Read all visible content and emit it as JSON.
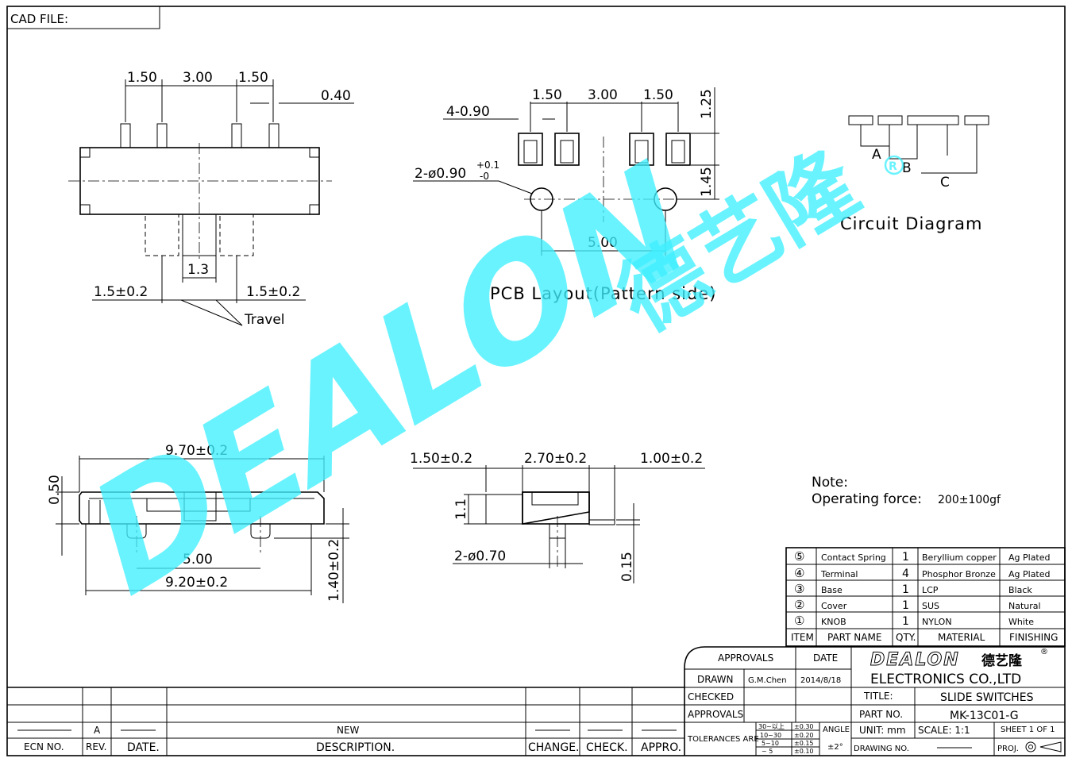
{
  "header": {
    "cad_file_label": "CAD FILE:"
  },
  "front_view": {
    "dims": {
      "d1": "1.50",
      "d2": "3.00",
      "d3": "1.50",
      "d4": "0.40",
      "knob": "1.3",
      "travel_left": "1.5±0.2",
      "travel_right": "1.5±0.2",
      "travel_label": "Travel"
    }
  },
  "pcb_layout": {
    "dims": {
      "d1": "1.50",
      "d2": "3.00",
      "d3": "1.50",
      "pad": "4-0.90",
      "hole": "2-ø0.90",
      "hole_tol_plus": "+0.1",
      "hole_tol_minus": "-0",
      "v1": "1.25",
      "v2": "1.45",
      "span": "5.00"
    },
    "caption": "PCB Layout(Pattern side)"
  },
  "circuit": {
    "a": "A",
    "b": "B",
    "c": "C",
    "caption": "Circuit Diagram"
  },
  "side_view": {
    "dims": {
      "width": "9.70±0.2",
      "top": "0.50",
      "holes": "5.00",
      "total": "9.20±0.2",
      "height": "1.40±0.2"
    }
  },
  "end_view": {
    "dims": {
      "left": "1.50±0.2",
      "mid": "2.70±0.2",
      "right": "1.00±0.2",
      "h": "1.1",
      "pin": "2-ø0.70",
      "thk": "0.15"
    }
  },
  "note": {
    "title": "Note:",
    "label": "Operating force:",
    "value": "200±100gf"
  },
  "bom": {
    "rows": [
      {
        "item": "⑤",
        "part": "Contact Spring",
        "qty": "1",
        "material": "Beryllium copper",
        "finish": "Ag Plated"
      },
      {
        "item": "④",
        "part": "Terminal",
        "qty": "4",
        "material": "Phosphor Bronze",
        "finish": "Ag Plated"
      },
      {
        "item": "③",
        "part": "Base",
        "qty": "1",
        "material": "LCP",
        "finish": "Black"
      },
      {
        "item": "②",
        "part": "Cover",
        "qty": "1",
        "material": "SUS",
        "finish": "Natural"
      },
      {
        "item": "①",
        "part": "KNOB",
        "qty": "1",
        "material": "NYLON",
        "finish": "White"
      }
    ],
    "header": {
      "item": "ITEM",
      "part": "PART NAME",
      "qty": "QTY.",
      "material": "MATERIAL",
      "finish": "FINISHING"
    }
  },
  "title_block": {
    "approvals": "APPROVALS",
    "date": "DATE",
    "drawn": "DRAWN",
    "drawn_by": "G.M.Chen",
    "drawn_date": "2014/8/18",
    "checked": "CHECKED",
    "approvals2": "APPROVALS",
    "logo_text": "DEALON",
    "logo_cn": "德艺隆",
    "reg": "®",
    "company": "ELECTRONICS CO.,LTD",
    "title_label": "TITLE:",
    "title": "SLIDE SWITCHES",
    "part_no_label": "PART NO.",
    "part_no": "MK-13C01-G",
    "tolerances_label": "TOLERANCES ARE",
    "tol_ranges": [
      "30~以上",
      "10~30",
      "5~10",
      "~ 5"
    ],
    "tol_values": [
      "±0.30",
      "±0.20",
      "±0.15",
      "±0.10"
    ],
    "angle_label": "ANGLE",
    "angle": "±2°",
    "unit": "UNIT: mm",
    "scale": "SCALE: 1:1",
    "sheet": "SHEET 1 OF 1",
    "drawing_no_label": "DRAWING NO.",
    "proj": "PROJ."
  },
  "revision": {
    "rev": "A",
    "desc": "NEW",
    "headers": {
      "ecn": "ECN NO.",
      "rev": "REV.",
      "date": "DATE.",
      "desc": "DESCRIPTION.",
      "change": "CHANGE.",
      "check": "CHECK.",
      "appro": "APPRO."
    }
  },
  "watermark": {
    "latin": "DEALON",
    "cn": "德艺隆"
  },
  "colors": {
    "watermark": "#40f0ff"
  }
}
